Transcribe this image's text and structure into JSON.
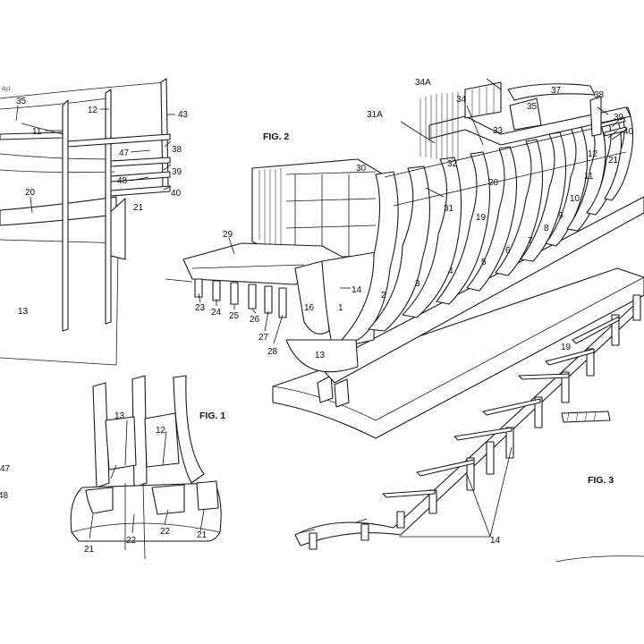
{
  "figures": {
    "fig1": "FIG. 1",
    "fig2": "FIG. 2",
    "fig3": "FIG. 3"
  },
  "corner_mark": "dg1",
  "part_numbers": {
    "n1": "1",
    "n2": "2",
    "n3": "3",
    "n4": "4",
    "n5": "5",
    "n6": "6",
    "n7": "7",
    "n8": "8",
    "n9": "9",
    "n10": "10",
    "n11": "11",
    "n12": "12",
    "n13": "13",
    "n14": "14",
    "n16": "16",
    "n19": "19",
    "n20": "20",
    "n21": "21",
    "n22": "22",
    "n23": "23",
    "n24": "24",
    "n25": "25",
    "n26": "26",
    "n27": "27",
    "n28": "28",
    "n29": "29",
    "n30": "30",
    "n31": "31",
    "n31a": "31A",
    "n32": "32",
    "n33": "33",
    "n34": "34",
    "n34a": "34A",
    "n35": "35",
    "n37": "37",
    "n38": "38",
    "n39": "39",
    "n40": "40",
    "n43": "43",
    "n47": "47",
    "n48": "48"
  }
}
